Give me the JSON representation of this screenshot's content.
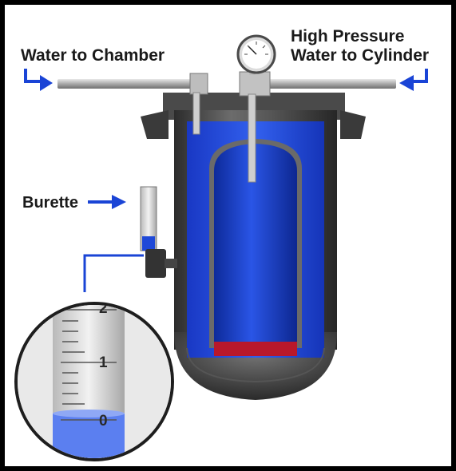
{
  "labels": {
    "water_to_chamber": "Water to Chamber",
    "high_pressure_line1": "High Pressure",
    "high_pressure_line2": "Water to Cylinder",
    "burette": "Burette"
  },
  "burette_scale": {
    "tick_labels": [
      "2",
      "1",
      "0"
    ]
  },
  "icons": {
    "left_arrow": "arrow-right-icon",
    "right_arrow": "arrow-left-icon",
    "burette_arrow": "arrow-right-icon",
    "gauge": "pressure-gauge-icon"
  },
  "colors": {
    "water_blue": "#1f49d8",
    "cylinder_blue": "#1b3fd0",
    "steel_dark": "#3d3d3d",
    "base_red": "#b8182b",
    "arrow_blue": "#1a44d6"
  }
}
